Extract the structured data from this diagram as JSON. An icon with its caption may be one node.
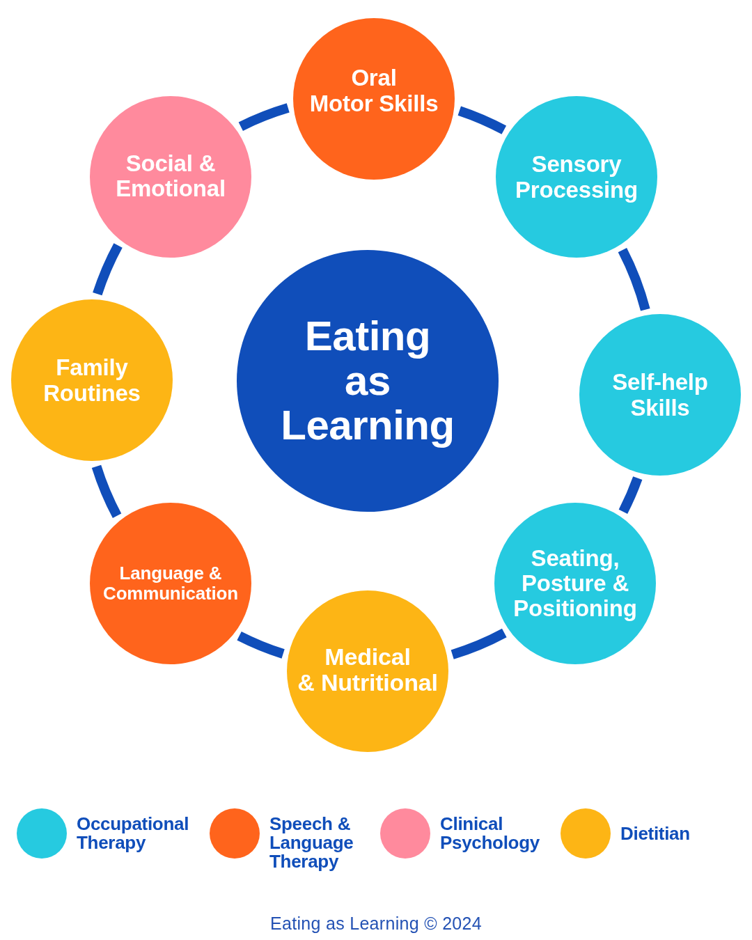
{
  "diagram": {
    "caption": "Eating as Learning © 2024",
    "nodes": [
      {
        "text": [
          "Eating as Learning"
        ]
      },
      {
        "text": [
          "Oral Motor Skills"
        ]
      },
      {
        "text": [
          "Sensory Processing"
        ]
      },
      {
        "text": [
          "Self-help Skills"
        ]
      },
      {
        "text": [
          "Seating, Posture & Positioning"
        ]
      },
      {
        "text": [
          "Medical & Nutritional"
        ]
      },
      {
        "text": [
          "Language & Communication"
        ]
      },
      {
        "text": [
          "Family Routines"
        ]
      },
      {
        "text": [
          "Social & Emotional"
        ]
      }
    ],
    "edges": [
      {
        "from": 1,
        "to": 2,
        "arrow": "none"
      },
      {
        "from": 2,
        "to": 3,
        "arrow": "none"
      },
      {
        "from": 3,
        "to": 4,
        "arrow": "none"
      },
      {
        "from": 4,
        "to": 5,
        "arrow": "none"
      },
      {
        "from": 5,
        "to": 6,
        "arrow": "none"
      },
      {
        "from": 6,
        "to": 7,
        "arrow": "none"
      },
      {
        "from": 7,
        "to": 8,
        "arrow": "none"
      },
      {
        "from": 8,
        "to": 1,
        "arrow": "none"
      }
    ],
    "legend": [
      {
        "text": "Occupational Therapy",
        "color": "#26cae0"
      },
      {
        "text": "Speech & Language Therapy",
        "color": "#ff641c"
      },
      {
        "text": "Clinical Psychology",
        "color": "#ff8a9d"
      },
      {
        "text": "Dietitian",
        "color": "#fdb515"
      }
    ]
  }
}
